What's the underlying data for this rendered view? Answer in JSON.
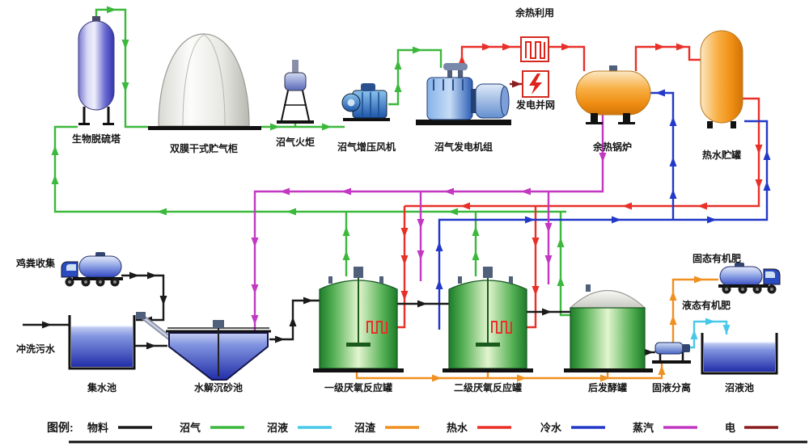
{
  "equipment": {
    "desulfurization_tower": "生物脱硫塔",
    "gas_holder": "双膜干式贮气柜",
    "flare": "沼气火炬",
    "booster_fan": "沼气增压风机",
    "generator_set": "沼气发电机组",
    "grid_connection": "发电并网",
    "waste_heat_use": "余热利用",
    "waste_heat_boiler": "余热锅炉",
    "hot_water_tank": "热水贮罐",
    "manure_collection": "鸡粪收集",
    "flushing_sewage": "冲洗污水",
    "collection_pool": "集水池",
    "hydrolysis_tank": "水解沉砂池",
    "primary_reactor": "一级厌氧反应罐",
    "secondary_reactor": "二级厌氧反应罐",
    "post_fermenter": "后发酵罐",
    "separator": "固液分离",
    "solid_fertilizer": "固态有机肥",
    "liquid_fertilizer": "液态有机肥",
    "slurry_pool": "沼液池"
  },
  "legend": {
    "title": "图例:",
    "items": [
      {
        "label": "物料",
        "color": "#1a1a1a"
      },
      {
        "label": "沼气",
        "color": "#3cb83c"
      },
      {
        "label": "沼液",
        "color": "#48c8e8"
      },
      {
        "label": "沼渣",
        "color": "#f09020"
      },
      {
        "label": "热水",
        "color": "#e83028"
      },
      {
        "label": "冷水",
        "color": "#2238c8"
      },
      {
        "label": "蒸汽",
        "color": "#c238c2"
      },
      {
        "label": "电",
        "color": "#8b1e1e"
      }
    ]
  }
}
